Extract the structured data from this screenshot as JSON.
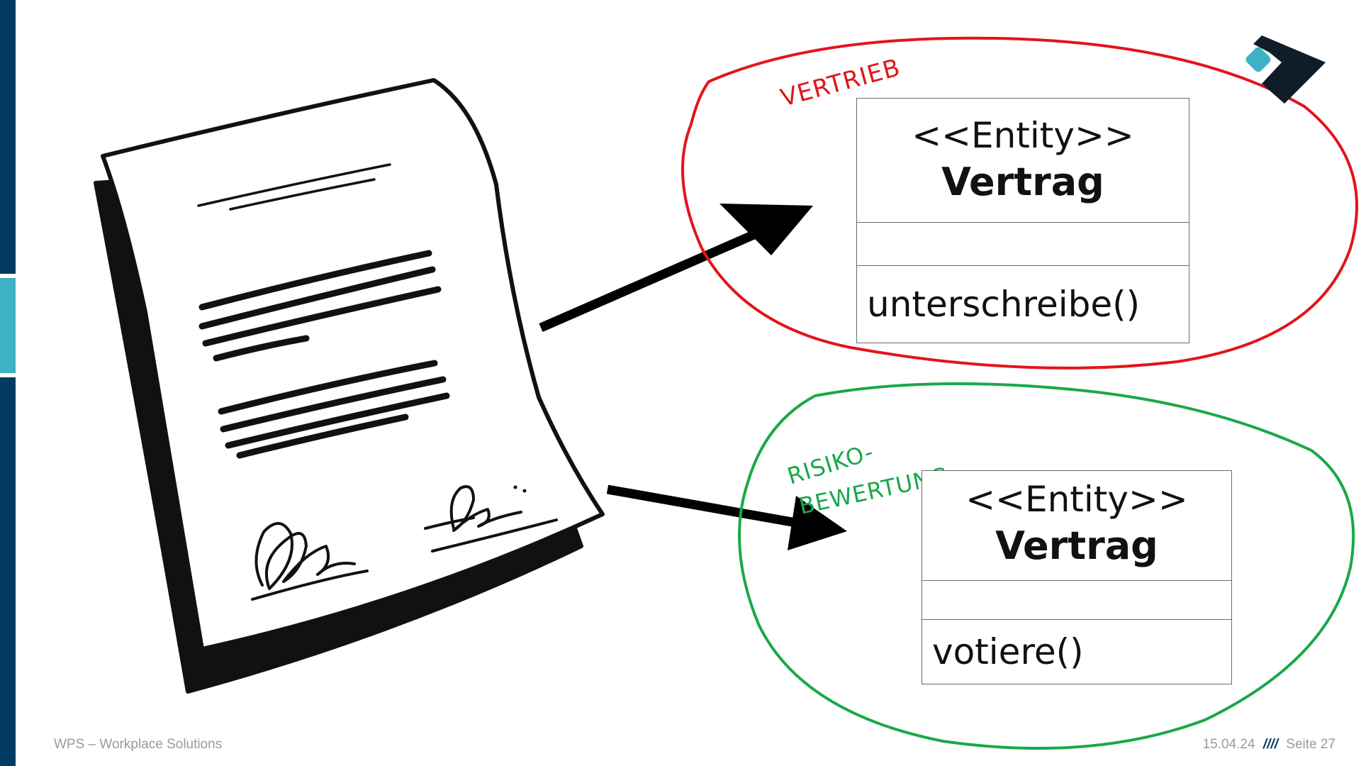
{
  "colors": {
    "sidebar_dark": "#003b63",
    "sidebar_teal": "#3eb1c4",
    "vertrieb_red": "#e2151b",
    "risiko_green": "#1aa84a",
    "logo_dark": "#111c2a",
    "logo_teal": "#3eb1c4"
  },
  "icons": [
    "document-sketch-icon",
    "signature-icon",
    "arrow-icon",
    "wps-logo-icon"
  ],
  "contexts": {
    "vertrieb": {
      "label": "VERTRIEB"
    },
    "risiko": {
      "label_line1": "RISIKO-",
      "label_line2": "BEWERTUNG"
    }
  },
  "entities": {
    "vertrieb": {
      "stereotype": "<<Entity>>",
      "name": "Vertrag",
      "operation": "unterschreibe()"
    },
    "risiko": {
      "stereotype": "<<Entity>>",
      "name": "Vertrag",
      "operation": "votiere()"
    }
  },
  "footer": {
    "company": "WPS – Workplace Solutions",
    "date": "15.04.24",
    "separator": "////",
    "page": "Seite 27"
  }
}
